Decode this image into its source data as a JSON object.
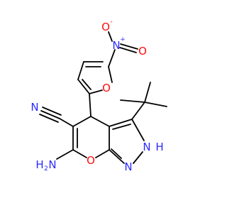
{
  "molecule": {
    "colors": {
      "bond": "#000000",
      "carbon_label": "#000000",
      "nitrogen": "#2b2bff",
      "oxygen": "#ff0d0d",
      "background": "#ffffff"
    },
    "labels": {
      "nitro_n": "N",
      "nitro_n_charge": "+",
      "nitro_o_top": "O",
      "nitro_o_top_charge": "-",
      "nitro_o_right": "O",
      "furan_o": "O",
      "nitrile_n": "N",
      "amino": "H",
      "amino_n": "N",
      "amino_h2": "2",
      "pyran_o": "O",
      "pyrazole_n": "N",
      "pyrazole_nh": "N",
      "pyrazole_nh_h": "H"
    }
  }
}
